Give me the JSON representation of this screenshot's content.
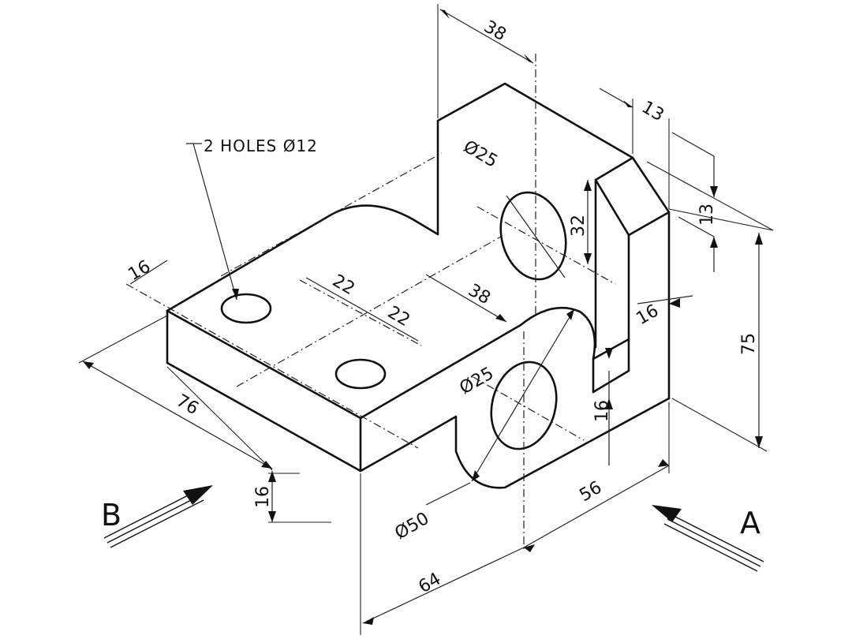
{
  "note": {
    "text": "2 HOLES Ø12"
  },
  "views": {
    "a": "A",
    "b": "B"
  },
  "dimensions": {
    "top_width": "38",
    "upright_thickness": "13",
    "chamfer_vertical": "13",
    "bore_upper": "Ø25",
    "bore_height": "32",
    "overall_height": "75",
    "web_upper": "16",
    "web_lower": "16",
    "base_width": "56",
    "base_length": "64",
    "hole_edge": "16",
    "hole_spacing_1": "22",
    "hole_spacing_2": "22",
    "boss_offset": "38",
    "overall_length": "76",
    "boss_bore": "Ø25",
    "boss_outer": "Ø50",
    "base_thickness": "16"
  }
}
